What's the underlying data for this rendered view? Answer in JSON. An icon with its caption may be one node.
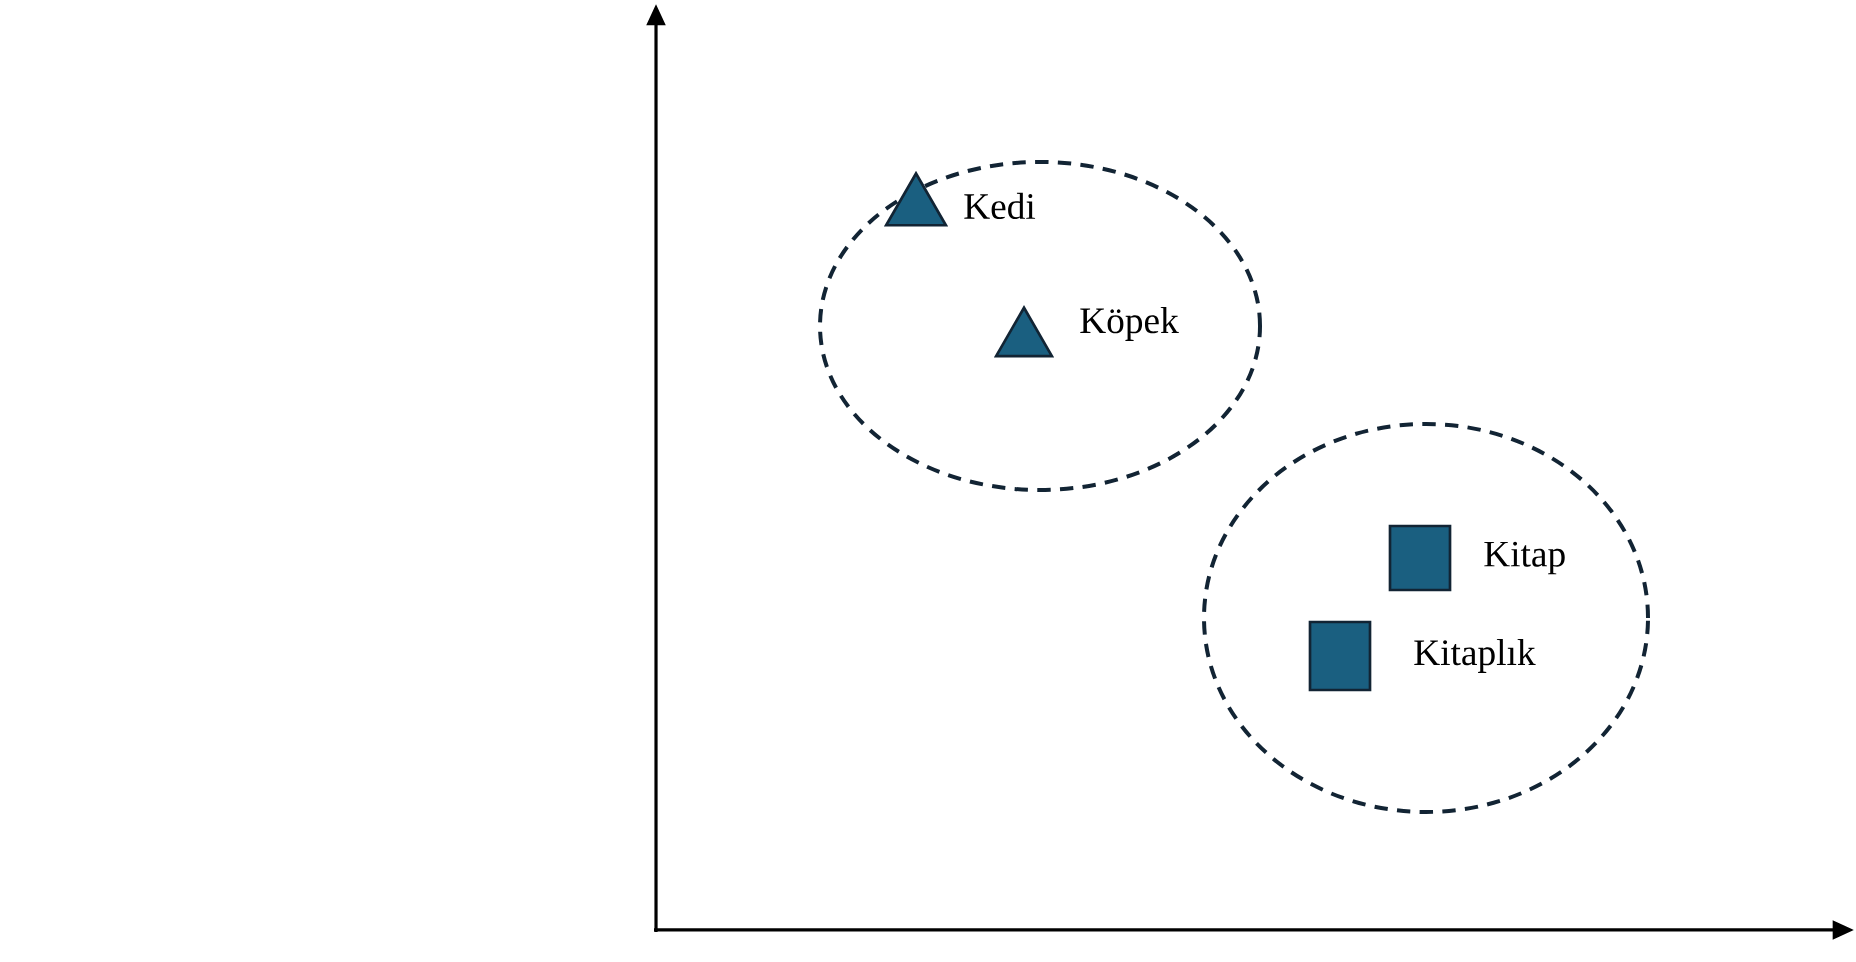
{
  "diagram": {
    "nodes": [
      {
        "text": [],
        "shape": "circle"
      },
      {
        "text": [],
        "shape": "triangle",
        "in": 0,
        "beside": [
          "Kedi"
        ]
      },
      {
        "text": [],
        "shape": "triangle",
        "in": 0,
        "beside": [
          "Köpek"
        ]
      },
      {
        "text": [],
        "shape": "circle"
      },
      {
        "text": [],
        "shape": "box",
        "in": 3,
        "beside": [
          "Kitap"
        ]
      },
      {
        "text": [],
        "shape": "box",
        "in": 3,
        "beside": [
          "Kitaplık"
        ]
      }
    ]
  }
}
